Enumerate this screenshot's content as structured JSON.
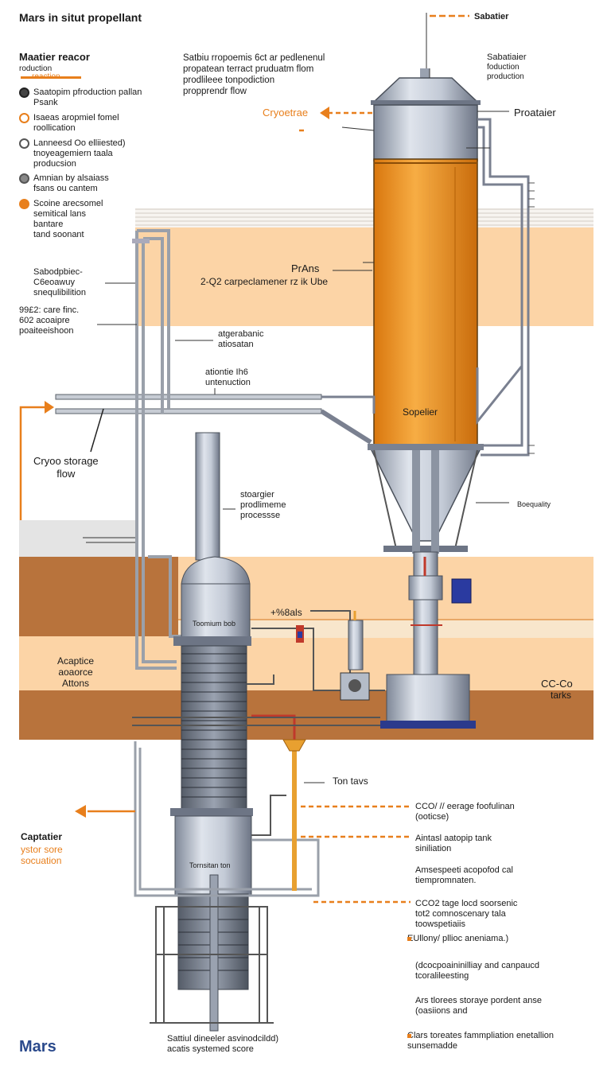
{
  "title": "Mars in situt propellant",
  "header": {
    "reactor_title": "Maatier reacor",
    "reactor_sub": "roduction",
    "reactor_sub2": "reaction",
    "center_note": "Satbiu rropoemis 6ct ar pedlenenul\npropatean terract pruduatm flom\nprodlileee tonpodiction\npropprendr flow",
    "top_sabatier": "Sabatier",
    "right_sabatier": "Sabatiaier",
    "right_sabatier_sub": "foduction\nproduction",
    "proataier": "Proataier",
    "cryo_top": "Cryoetrae"
  },
  "legend": [
    {
      "text": "Saatopim pfroduction pallan\nPsank",
      "style": "gray-fill"
    },
    {
      "text": "Isaeas aropmiel fomel\nroollication",
      "style": "orange"
    },
    {
      "text": "Lanneesd Oo elliiested)\ntnoyeagemiern taala\nproducsion",
      "style": "gray"
    },
    {
      "text": "Amnian by alsaiass\nfsans ou cantem",
      "style": "gray-fill"
    },
    {
      "text": "Scoine arecsomel\nsemitical lans\nbantare\ntand soonant",
      "style": "orange-fill"
    }
  ],
  "left_labels": {
    "sabodpb": "Sabodpbiec-\nC6eoawuy\nsnequlibilition",
    "nine": "99£2: care finc.\n602 acoaipre\npoaiteeishoon",
    "cryo_storage": "Cryoo storage\nflow",
    "acaptice": "Acaptice\naoaorce\nAttons",
    "captatier": "Captatier",
    "captatier_sub": "ystor sore\nsocuation",
    "mars_logo": "Mars"
  },
  "center_labels": {
    "prans": "PrAns",
    "two_q": "2-Q2 carpeclamener rz ik Ube",
    "atgerabanic": "atgerabanic\natiosatan",
    "ationtie": "ationtie Ih6\nuntenuction",
    "sopelier": "Sopelier",
    "stoargier": "stoargier\nprodlimeme\nprocessse",
    "percent": "+%8als",
    "tank_label_1": "Toomium bob",
    "tank_label_2": "Tornsitan ton",
    "bottom_caption": "Sattiul dineeler asvinodcildd)\nacatis systemed score"
  },
  "right_labels": {
    "boequality": "Boequality",
    "cc_co": "CC-Co",
    "tarks": "tarks",
    "ton_tavs": "Ton tavs",
    "list": [
      "CCO/ // eerage foofulinan\n(ooticse)",
      "Aintasl aatopip tank\nsiniliation",
      "Amsespeeti acopofod cal\ntiempromnaten.",
      "CCO2 tage locd soorsenic\ntot2 comnoscenary tala\ntoowspetiaiis",
      "EUllony/ pllioc aneniama.)",
      "(dcocpoaininilliay and canpaucd\ntcoralileesting",
      "Ars tlorees storaye pordent anse\n(oasiions and",
      "Clars toreates fammpliation enetallion\nsunsemadde"
    ]
  },
  "colors": {
    "orange": "#e87f1c",
    "tank_orange": "#f29e2a",
    "steel": "#aeb6c4",
    "ground_light": "#fcd4a6",
    "ground_brown": "#b8733c",
    "blue_base": "#2b3a8c"
  }
}
